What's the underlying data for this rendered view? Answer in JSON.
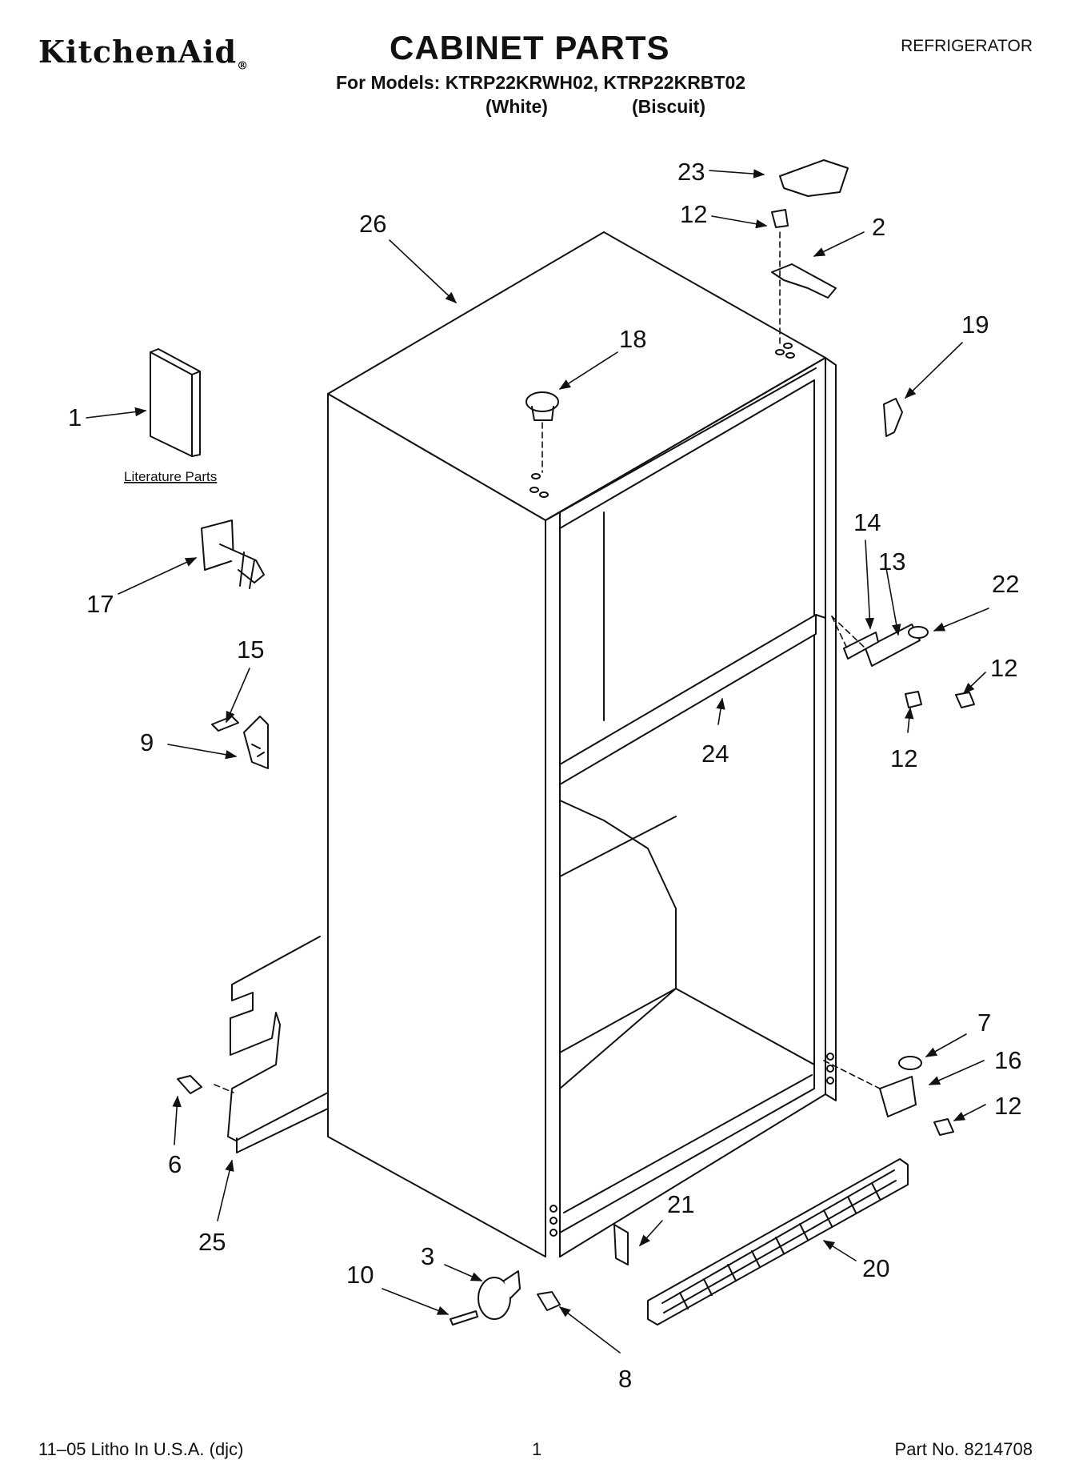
{
  "header": {
    "brand": "KitchenAid",
    "brand_mark": "®",
    "title": "CABINET PARTS",
    "category": "REFRIGERATOR",
    "models_line": "For Models: KTRP22KRWH02, KTRP22KRBT02",
    "color_white": "(White)",
    "color_biscuit": "(Biscuit)"
  },
  "diagram": {
    "literature_label": "Literature Parts",
    "callouts": {
      "c1": "1",
      "c2": "2",
      "c3": "3",
      "c6": "6",
      "c7": "7",
      "c8": "8",
      "c9": "9",
      "c10": "10",
      "c12a": "12",
      "c12b": "12",
      "c12c": "12",
      "c12d": "12",
      "c13": "13",
      "c14": "14",
      "c15": "15",
      "c16": "16",
      "c17": "17",
      "c18": "18",
      "c19": "19",
      "c20": "20",
      "c21": "21",
      "c22": "22",
      "c23": "23",
      "c24": "24",
      "c25": "25",
      "c26": "26"
    }
  },
  "footer": {
    "litho": "11–05 Litho In U.S.A. (djc)",
    "page": "1",
    "part_no": "Part No. 8214708"
  }
}
